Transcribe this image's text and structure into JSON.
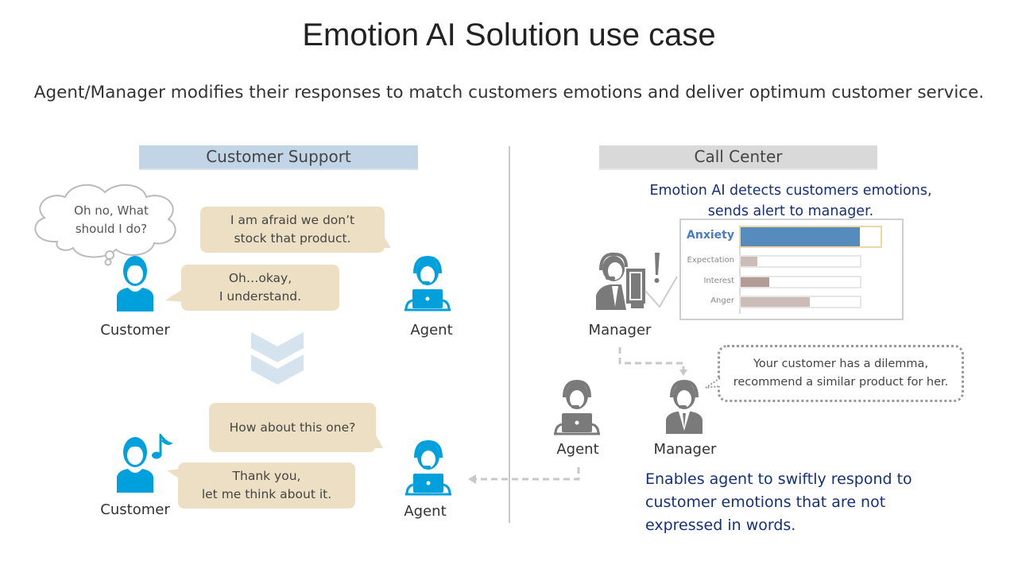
{
  "title": "Emotion AI Solution use case",
  "subtitle": "Agent/Manager modifies their responses to match customers emotions and deliver optimum customer service.",
  "customer_support": {
    "header": "Customer Support",
    "before": {
      "thought": [
        "Oh no, What",
        "should I do?"
      ],
      "agent_bubble": [
        "I am afraid we don’t",
        "stock that product."
      ],
      "customer_bubble": [
        "Oh…okay,",
        "I understand."
      ],
      "customer_label": "Customer",
      "agent_label": "Agent"
    },
    "after": {
      "agent_bubble": [
        "How about this one?"
      ],
      "customer_bubble": [
        "Thank you,",
        "let me think about it."
      ],
      "customer_label": "Customer",
      "agent_label": "Agent"
    }
  },
  "call_center": {
    "header": "Call Center",
    "detect_text": [
      "Emotion AI detects customers emotions,",
      "sends alert to manager."
    ],
    "manager_label": "Manager",
    "emotion_meter": [
      {
        "label": "Anxiety",
        "value": 0.85,
        "highlight": true,
        "color": "#558bbd"
      },
      {
        "label": "Expectation",
        "value": 0.14,
        "highlight": false,
        "color": "#cbbcb8"
      },
      {
        "label": "Interest",
        "value": 0.24,
        "highlight": false,
        "color": "#b29d96"
      },
      {
        "label": "Anger",
        "value": 0.58,
        "highlight": false,
        "color": "#cbbcb8"
      }
    ],
    "manager_bubble": [
      "Your customer has a dilemma,",
      "recommend a similar product for her."
    ],
    "agent_label": "Agent",
    "manager2_label": "Manager",
    "benefit_text": [
      "Enables agent to swiftly respond to",
      "customer emotions that are not",
      "expressed in words."
    ]
  },
  "colors": {
    "person_blue": "#00a0dc",
    "person_gray": "#7a7a7a",
    "bubble_tan": "#ecdfc3",
    "header_blue": "#c2d5e6",
    "header_gray": "#d9d9d9",
    "accent_navy": "#14307a"
  }
}
